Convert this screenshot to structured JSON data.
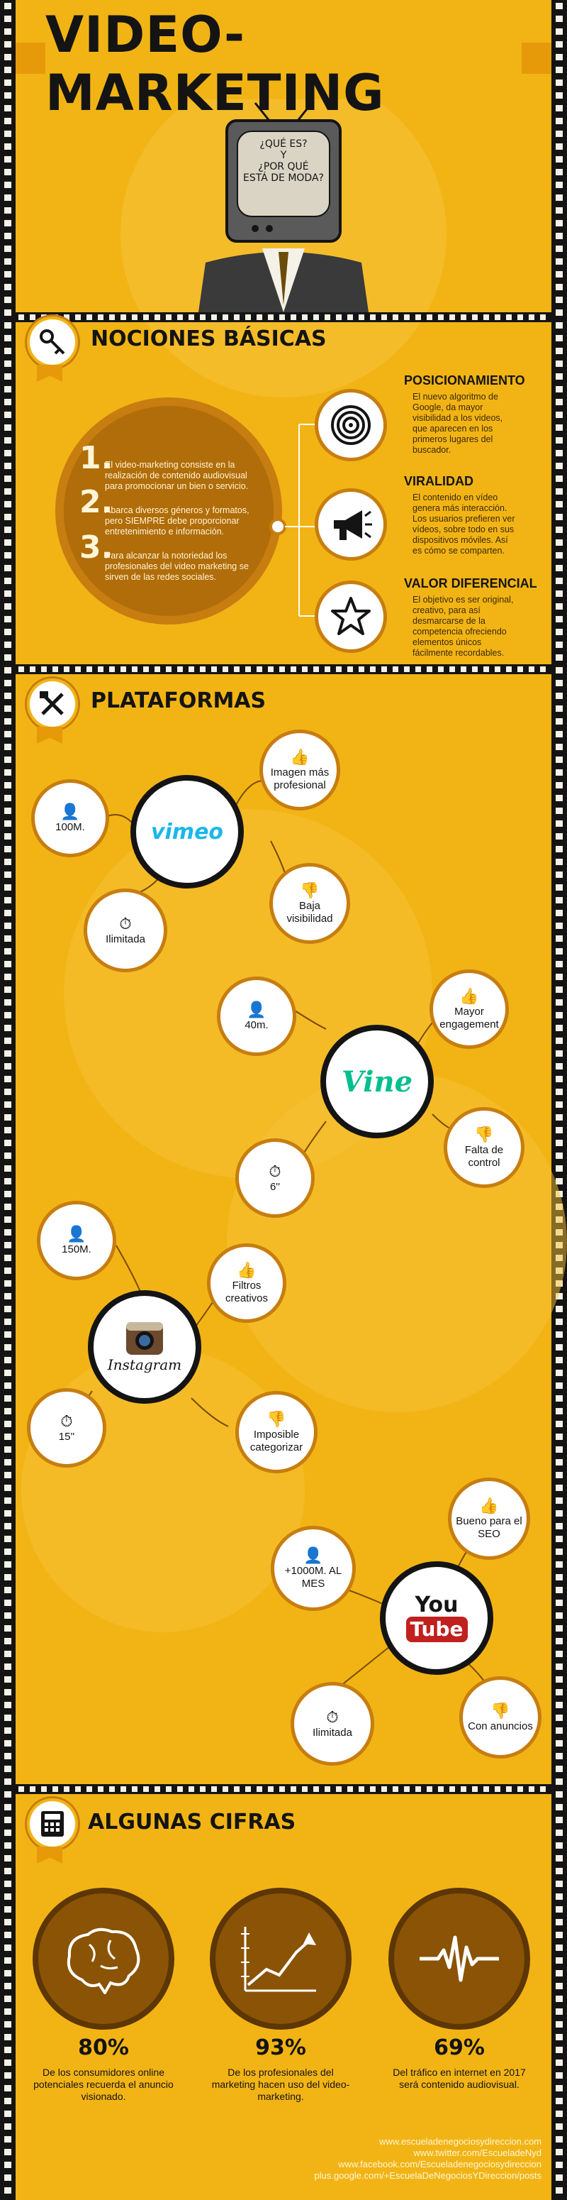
{
  "header": {
    "title": "VIDEO-MARKETING",
    "tv_screen_text": [
      "¿QUÉ ES?",
      "Y",
      "¿POR QUÉ",
      "ESTÁ DE MODA?"
    ]
  },
  "nociones": {
    "title": "NOCIONES BÁSICAS",
    "numbered": [
      {
        "num": "1.",
        "text": "El video-marketing consiste en la realización de contenido audiovisual para promocionar un bien o servicio."
      },
      {
        "num": "2.",
        "text": "Abarca diversos géneros y formatos, pero SIEMPRE debe proporcionar entretenimiento e información."
      },
      {
        "num": "3.",
        "text": "Para alcanzar la notoriedad los profesionales del video marketing se sirven de las redes sociales."
      }
    ],
    "items": [
      {
        "heading": "POSICIONAMIENTO",
        "text": "El nuevo algoritmo de Google, da mayor visibilidad a los videos, que aparecen en los primeros lugares del buscador.",
        "icon": "target-icon"
      },
      {
        "heading": "VIRALIDAD",
        "text": "El contenido en vídeo genera más interacción. Los usuarios prefieren ver vídeos, sobre todo en sus dispositivos móviles. Así es cómo se comparten.",
        "icon": "megaphone-icon"
      },
      {
        "heading": "VALOR DIFERENCIAL",
        "text": "El objetivo es ser original, creativo, para así desmarcarse de la competencia ofreciendo elementos únicos fácilmente recordables.",
        "icon": "star-icon"
      }
    ]
  },
  "plataformas": {
    "title": "PLATAFORMAS",
    "vimeo": {
      "logo": "vimeo",
      "users": "100M.",
      "duration": "Ilimitada",
      "pro": "Imagen más profesional",
      "con": "Baja visibilidad"
    },
    "vine": {
      "logo": "Vine",
      "users": "40m.",
      "duration": "6''",
      "pro": "Mayor engagement",
      "con": "Falta de control"
    },
    "instagram": {
      "logo": "Instagram",
      "users": "150M.",
      "duration": "15''",
      "pro": "Filtros creativos",
      "con": "Imposible categorizar"
    },
    "youtube": {
      "logo_top": "You",
      "logo_bottom": "Tube",
      "users": "+1000M. AL MES",
      "duration": "Ilimitada",
      "pro": "Bueno para el SEO",
      "con": "Con anuncios"
    }
  },
  "cifras": {
    "title": "ALGUNAS CIFRAS",
    "stats": [
      {
        "value": "80%",
        "text": "De los consumidores online potenciales recuerda el anuncio visionado.",
        "icon": "brain-icon"
      },
      {
        "value": "93%",
        "text": "De los profesionales del marketing hacen uso del video-marketing.",
        "icon": "growth-chart-icon"
      },
      {
        "value": "69%",
        "text": "Del tráfico en internet en 2017 será contenido audiovisual.",
        "icon": "pulse-icon"
      }
    ]
  },
  "footer": {
    "links": [
      "www.escueladenegociosydireccion.com",
      "www.twitter.com/EscueladeNyd",
      "www.facebook.com/Escueladenegociosydireccion",
      "plus.google.com/+EscuelaDeNegociosYDireccion/posts"
    ]
  },
  "colors": {
    "background": "#f2b415",
    "dark_brown": "#8a5306",
    "accent_orange": "#e69a0a",
    "thumb_up": "#3a8a2a",
    "thumb_down": "#d0201e"
  }
}
